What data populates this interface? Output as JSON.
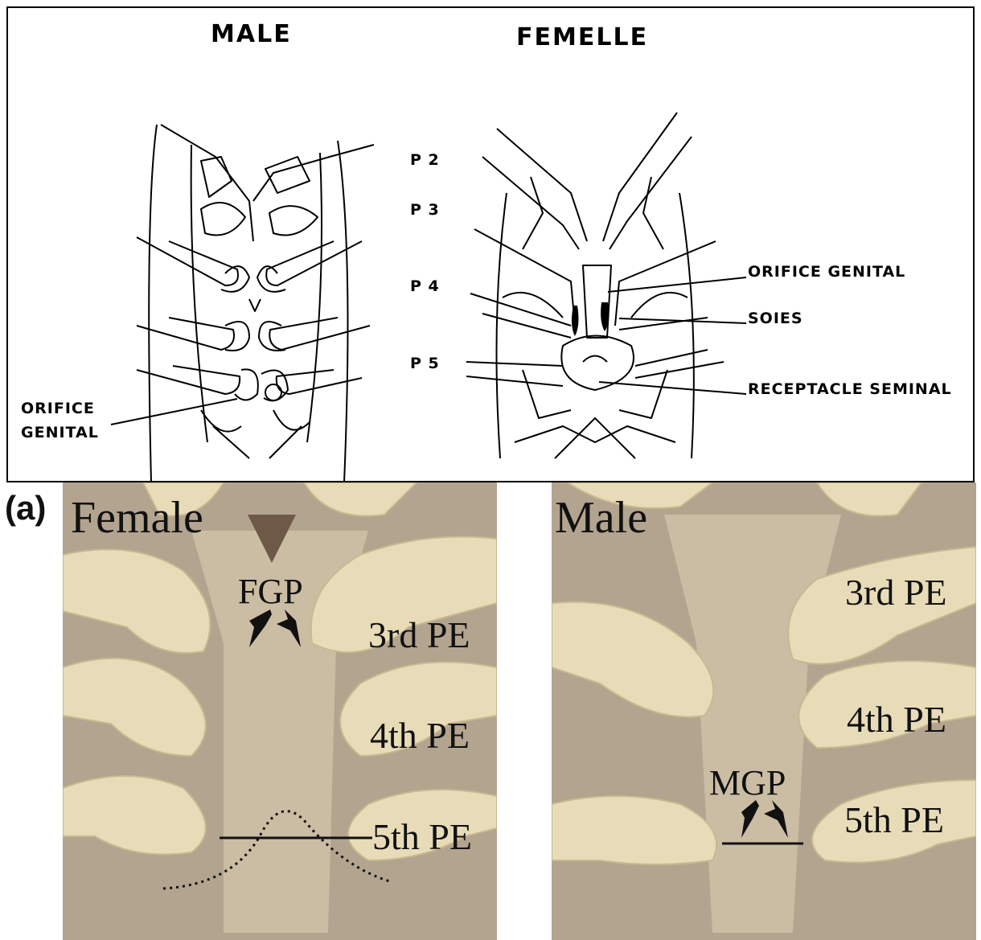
{
  "top_figure": {
    "male_heading": "MALE",
    "female_heading": "FEMELLE",
    "leg_labels": [
      "P 2",
      "P 3",
      "P 4",
      "P 5"
    ],
    "male_callout": [
      "ORIFICE",
      "GENITAL"
    ],
    "female_callouts": [
      "ORIFICE GENITAL",
      "SOIES",
      "RECEPTACLE SEMINAL"
    ]
  },
  "bottom_figure": {
    "panel_tag": "(a)",
    "female_photo": {
      "title": "Female",
      "pore_label": "FGP",
      "legs": [
        "3rd PE",
        "4th PE",
        "5th PE"
      ]
    },
    "male_photo": {
      "title": "Male",
      "pore_label": "MGP",
      "legs": [
        "3rd PE",
        "4th PE",
        "5th PE"
      ]
    }
  },
  "colors": {
    "line": "#000000",
    "photo_background": "#b3a48f",
    "leg_fill": "#e8dcb8",
    "sternum": "#cbbca4"
  }
}
